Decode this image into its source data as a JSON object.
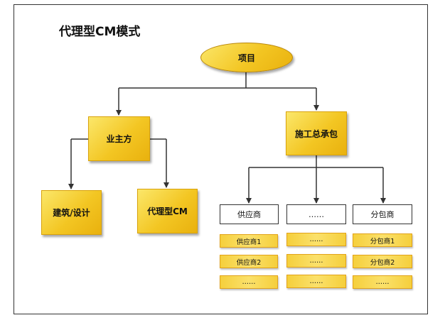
{
  "title": "代理型CM模式",
  "nodes": {
    "root": "项目",
    "owner": "业主方",
    "general_contractor": "施工总承包",
    "architect": "建筑/设计",
    "cm_agent": "代理型CM"
  },
  "columns": [
    {
      "header": "供应商",
      "items": [
        "供应商1",
        "供应商2",
        "……"
      ]
    },
    {
      "header": "……",
      "items": [
        "……",
        "……",
        "……"
      ]
    },
    {
      "header": "分包商",
      "items": [
        "分包商1",
        "分包商2",
        "……"
      ]
    }
  ],
  "colors": {
    "node_fill": "#f3c623",
    "node_border": "#d9a20a",
    "edge": "#333333"
  }
}
